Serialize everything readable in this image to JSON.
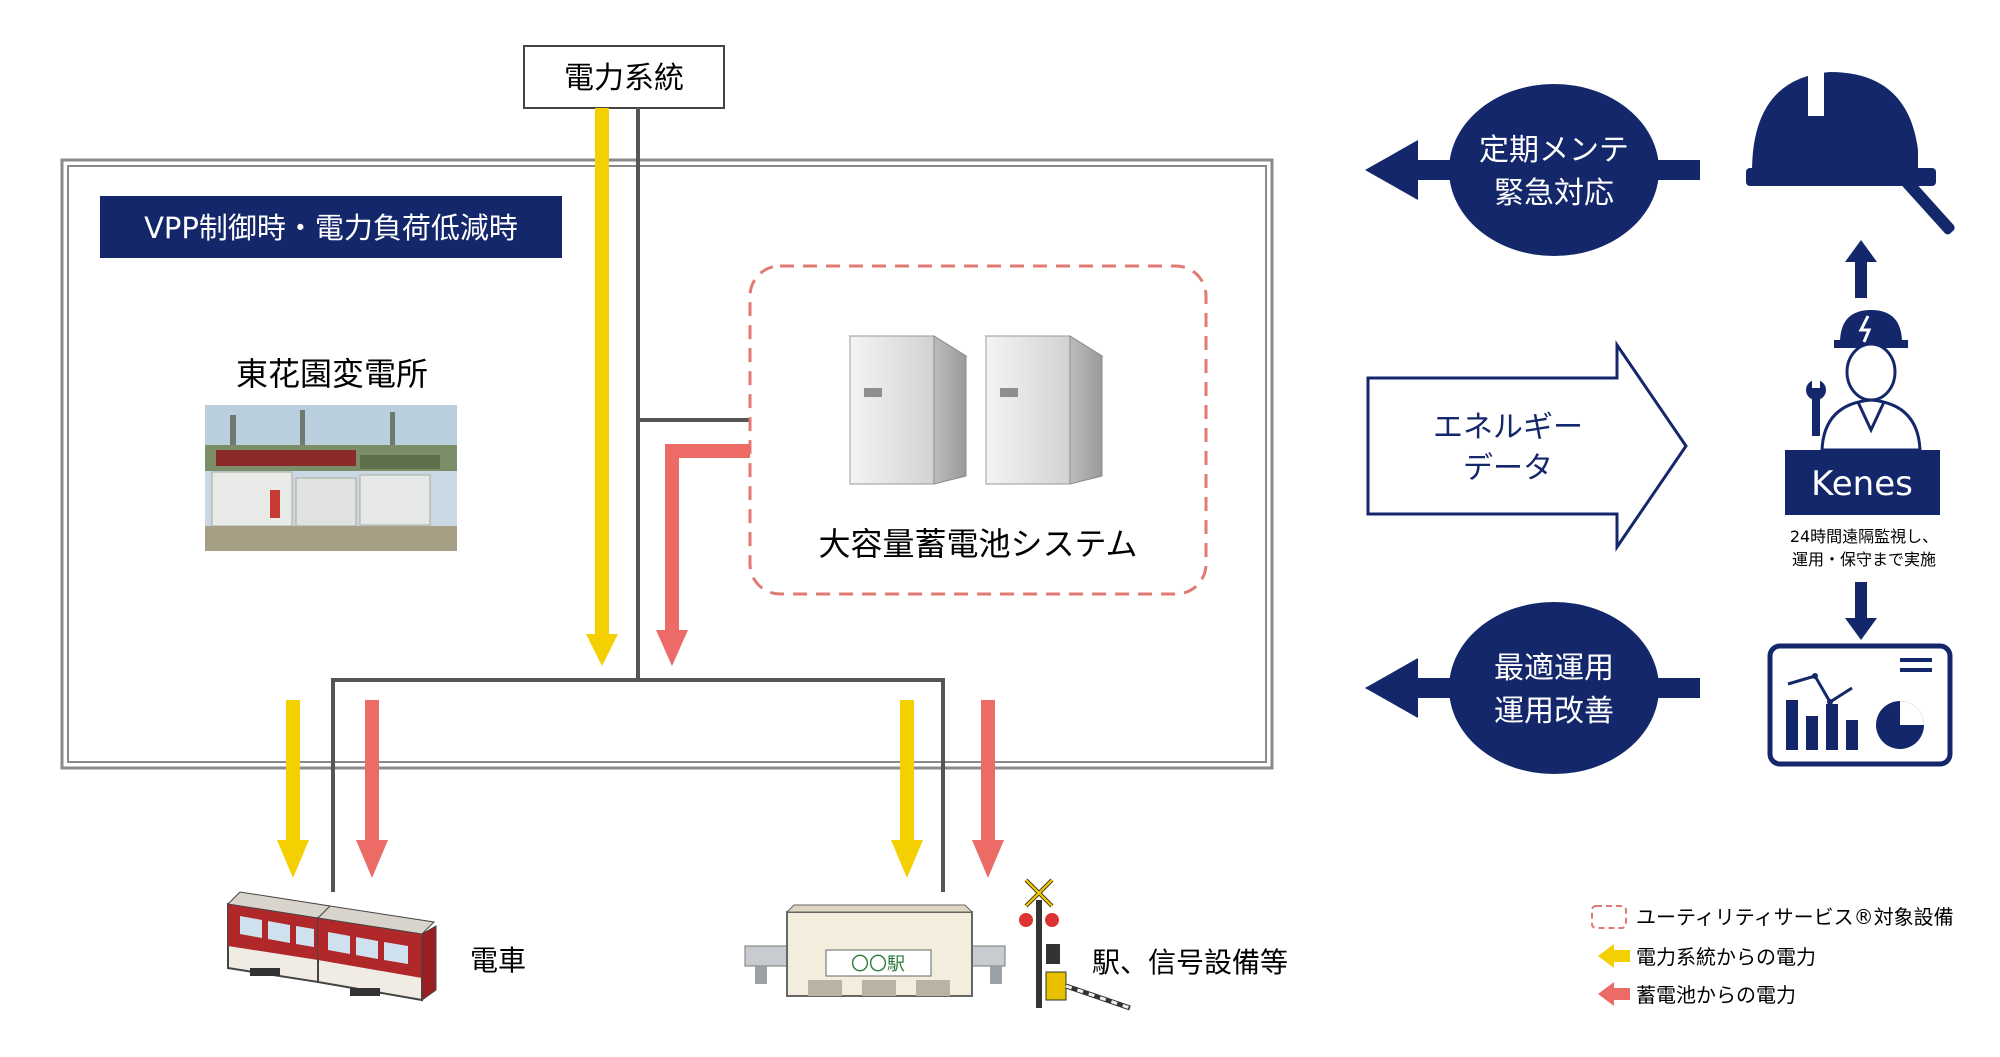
{
  "grid_source": "電力系統",
  "mode_badge": "VPP制御時・電力負荷低減時",
  "substation": {
    "name": "東花園変電所"
  },
  "battery_system": {
    "label": "大容量蓄電池システム"
  },
  "consumers": {
    "train": "電車",
    "station": "駅、信号設備等",
    "station_sign": "〇〇駅"
  },
  "services": {
    "maintenance": [
      "定期メンテ",
      "緊急対応"
    ],
    "energy_data": [
      "エネルギー",
      "データ"
    ],
    "optimization": [
      "最適運用",
      "運用改善"
    ]
  },
  "operator": {
    "company": "Kenes",
    "description": [
      "24時間遠隔監視し、",
      "運用・保守まで実施"
    ]
  },
  "legend": {
    "items": [
      {
        "label": "ユーティリティサービス®対象設備",
        "kind": "dashed-box",
        "color": "#e07a72"
      },
      {
        "label": "電力系統からの電力",
        "kind": "arrow",
        "color": "#f5d000"
      },
      {
        "label": "蓄電池からの電力",
        "kind": "arrow",
        "color": "#ec6b66"
      }
    ]
  },
  "colors": {
    "navy": "#14276b",
    "grid_power": "#f5d000",
    "battery_power": "#ec6b66",
    "wire": "#555555",
    "frame": "#888888"
  }
}
